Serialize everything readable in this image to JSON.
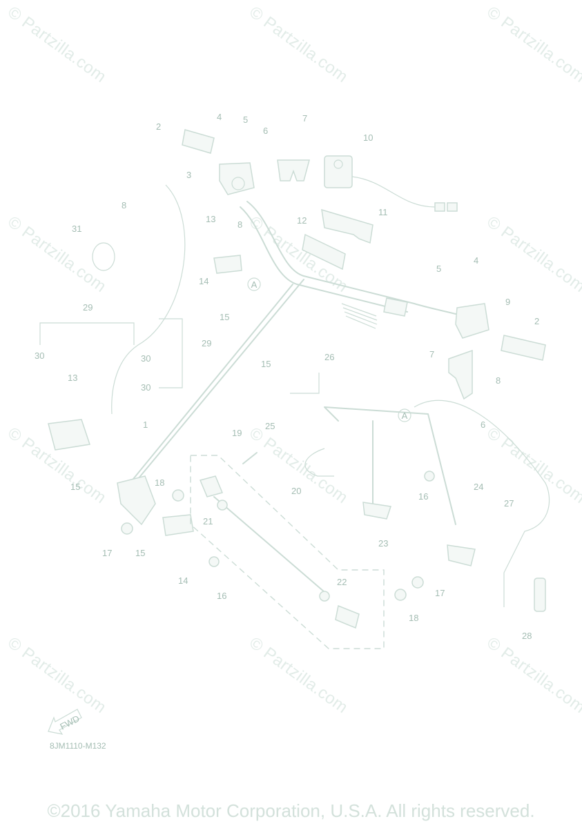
{
  "watermark": {
    "text": "© Partzilla.com"
  },
  "diagram": {
    "code": "8JM1110-M132",
    "fwd_label": "FWD",
    "ref_marker": "A",
    "callouts": [
      "1",
      "2",
      "3",
      "4",
      "5",
      "6",
      "7",
      "8",
      "9",
      "10",
      "11",
      "12",
      "13",
      "14",
      "15",
      "16",
      "17",
      "18",
      "19",
      "20",
      "21",
      "22",
      "23",
      "24",
      "25",
      "26",
      "27",
      "28",
      "29",
      "30",
      "31"
    ]
  },
  "footer": {
    "copyright": "©2016 Yamaha Motor Corporation, U.S.A. All rights reserved."
  },
  "colors": {
    "line": "#cbdcd5",
    "text": "#a4bdb3",
    "watermark": "#e2ece8"
  }
}
